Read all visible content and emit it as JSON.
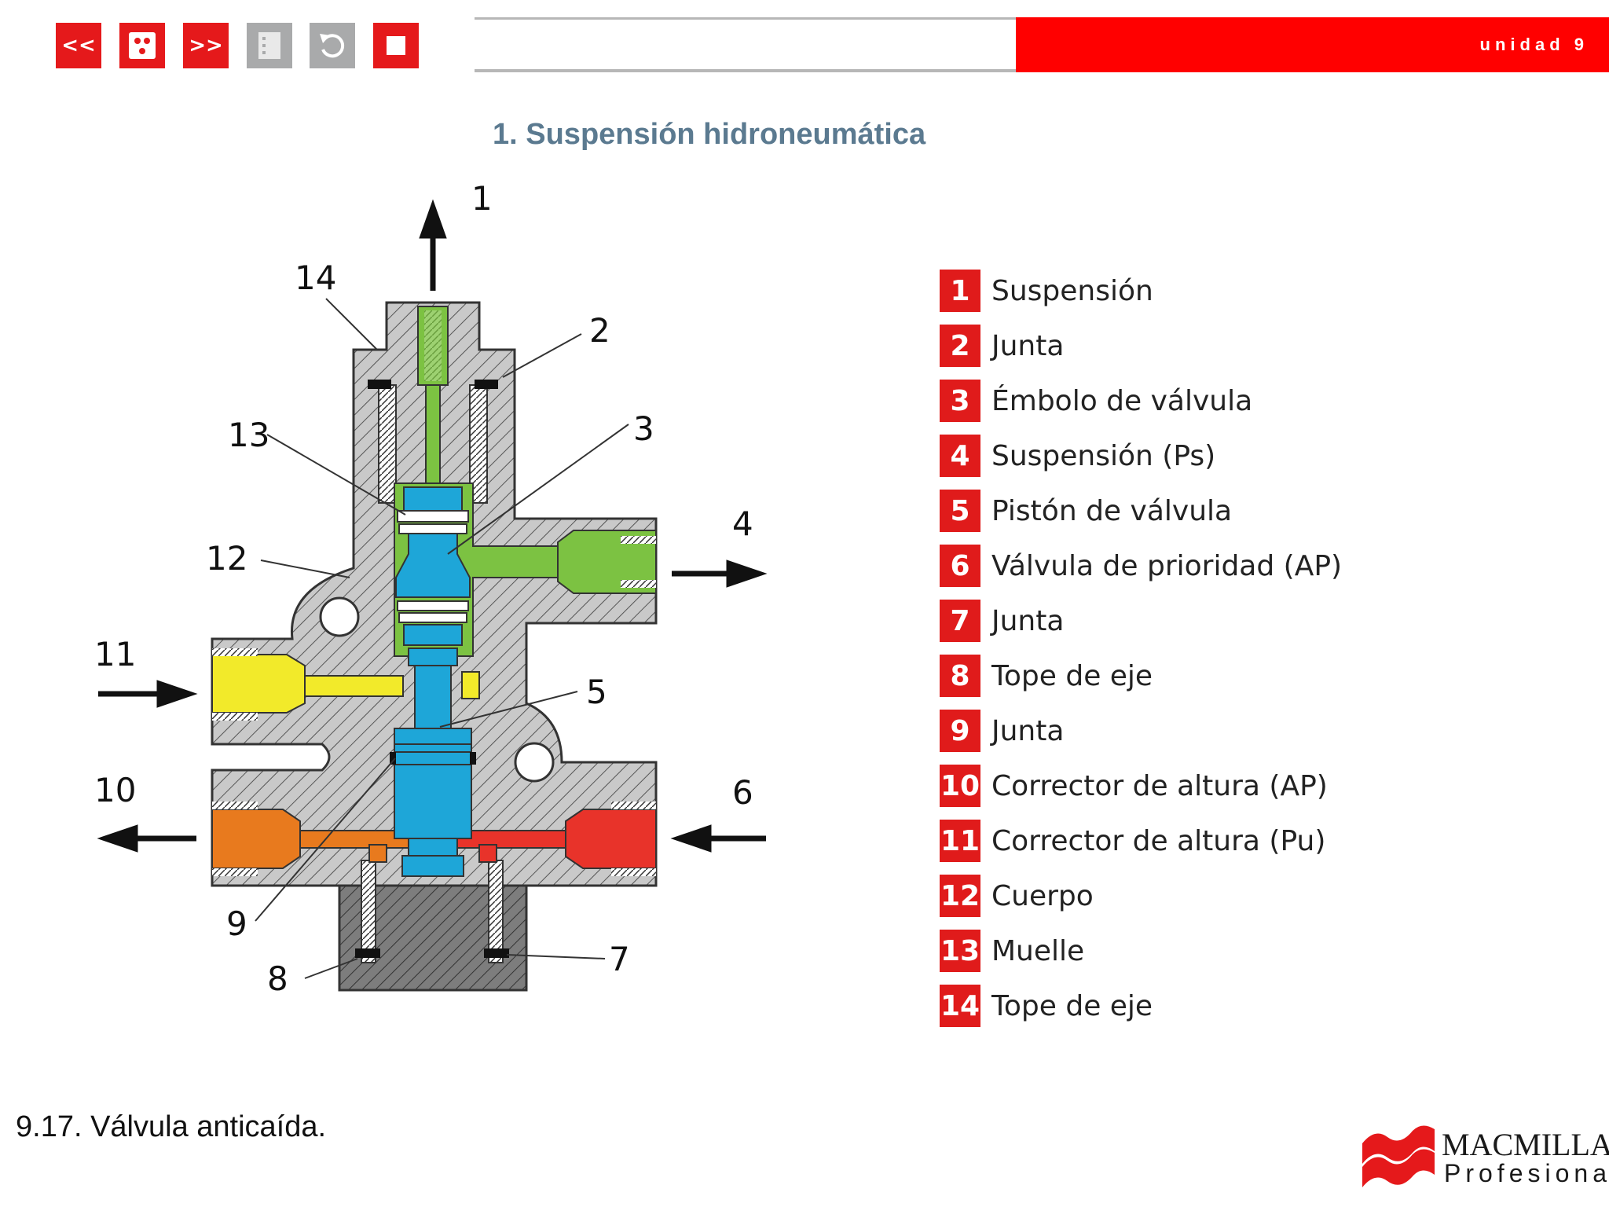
{
  "toolbar": {
    "prev_label": "<<",
    "next_label": ">>"
  },
  "header": {
    "unit_label": "unidad 9"
  },
  "page_title": "1. Suspensión hidroneumática",
  "diagram_numbers": [
    "1",
    "2",
    "3",
    "4",
    "5",
    "6",
    "7",
    "8",
    "9",
    "10",
    "11",
    "12",
    "13",
    "14"
  ],
  "legend": [
    {
      "num": "1",
      "label": "Suspensión"
    },
    {
      "num": "2",
      "label": "Junta"
    },
    {
      "num": "3",
      "label": "Émbolo de válvula"
    },
    {
      "num": "4",
      "label": "Suspensión (Ps)"
    },
    {
      "num": "5",
      "label": "Pistón de válvula"
    },
    {
      "num": "6",
      "label": "Válvula de prioridad (AP)"
    },
    {
      "num": "7",
      "label": "Junta"
    },
    {
      "num": "8",
      "label": "Tope de eje"
    },
    {
      "num": "9",
      "label": "Junta"
    },
    {
      "num": "10",
      "label": "Corrector de altura (AP)"
    },
    {
      "num": "11",
      "label": "Corrector de altura (Pu)"
    },
    {
      "num": "12",
      "label": "Cuerpo"
    },
    {
      "num": "13",
      "label": "Muelle"
    },
    {
      "num": "14",
      "label": "Tope de eje"
    }
  ],
  "caption": "9.17. Válvula anticaída.",
  "logo": {
    "line1": "MACMILLAN",
    "line2": "Profesional"
  },
  "colors": {
    "accent_red": "#ff0000",
    "badge_red": "#e01b1b",
    "title_blue": "#5b7a90",
    "body_grey": "#c8c8c8",
    "fluid_green": "#7cc242",
    "fluid_yellow": "#f2ea2a",
    "fluid_orange": "#e87a1e",
    "fluid_red": "#e8332a",
    "piston_blue": "#1ea6d8"
  },
  "icons": [
    "rewind-icon",
    "dice-icon",
    "forward-icon",
    "index-icon",
    "undo-icon",
    "stop-icon"
  ]
}
